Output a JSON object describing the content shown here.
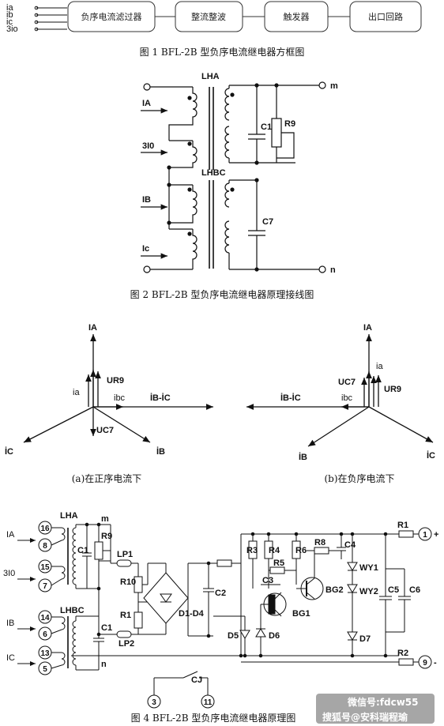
{
  "fig1": {
    "inputs": [
      "ia",
      "ib",
      "ic",
      "3io"
    ],
    "blocks": [
      "负序电流滤过器",
      "整流整波",
      "触发器",
      "出口回路"
    ],
    "caption": "图 1   BFL-2B 型负序电流继电器方框图"
  },
  "fig2": {
    "lha": "LHA",
    "lhbc": "LHBC",
    "ia_in": "IA",
    "i0_in": "3I0",
    "ib_in": "IB",
    "ic_in": "Ic",
    "c1": "C1",
    "r9": "R9",
    "c7": "C7",
    "m": "m",
    "n": "n",
    "caption": "图 2   BFL-2B 型负序电流继电器原理接线图"
  },
  "fig3": {
    "a": {
      "ia_top": "IA",
      "ur9": "UR9",
      "ia": "ia",
      "ibc": "ibc",
      "ib_ic": "İB-İC",
      "uc7": "UC7",
      "ic": "İC",
      "ib": "İB",
      "caption": "(a)在正序电流下"
    },
    "b": {
      "ia_top": "IA",
      "ia": "ia",
      "uc7": "UC7",
      "ur9": "UR9",
      "ib_ic": "İB-İC",
      "ibc": "ibc",
      "ib": "İB",
      "ic": "İC",
      "caption": "(b)在负序电流下"
    }
  },
  "fig4": {
    "lha": "LHA",
    "lhbc": "LHBC",
    "m": "m",
    "n": "n",
    "ia": "IA",
    "i0": "3I0",
    "ib": "IB",
    "ic": "IC",
    "pins_left": [
      "16",
      "8",
      "15",
      "7",
      "14",
      "6",
      "13",
      "5"
    ],
    "c1a": "C1",
    "r9": "R9",
    "lp1": "LP1",
    "lp2": "LP2",
    "r10": "R10",
    "r1a": "R1",
    "c1b": "C1",
    "bridge": "D1-D4",
    "c2": "C2",
    "r3": "R3",
    "r4": "R4",
    "r5": "R5",
    "r6": "R6",
    "r8": "R8",
    "c4": "C4",
    "c3": "C3",
    "bg1": "BG1",
    "bg2": "BG2",
    "d5": "D5",
    "d6": "D6",
    "d7": "D7",
    "wy1": "WY1",
    "wy2": "WY2",
    "c5": "C5",
    "c6": "C6",
    "r1": "R1",
    "r2": "R2",
    "pin1": "1",
    "pin9": "9",
    "plus": "+",
    "minus": "-",
    "cj": "CJ",
    "pin3": "3",
    "pin11": "11",
    "caption": "图 4   BFL-2B 型负序电流继电器原理图"
  },
  "watermark": "搜狐号@安科瑞程瑜",
  "watermark2": "微信号:fdcw55"
}
